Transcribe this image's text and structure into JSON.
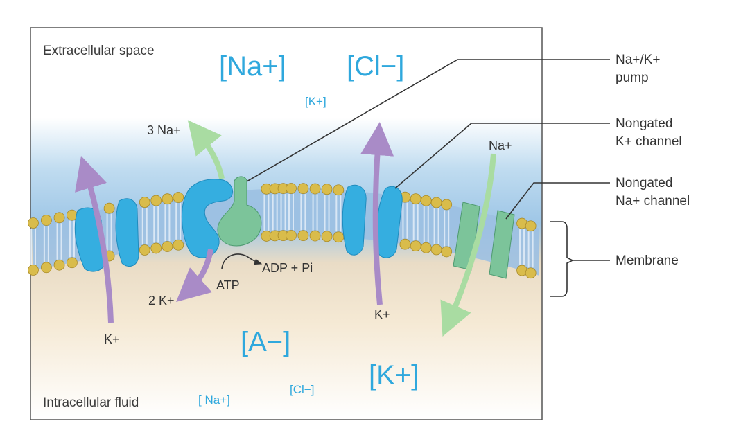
{
  "regions": {
    "extracellular": "Extracellular space",
    "intracellular": "Intracellular fluid"
  },
  "ions_outside": {
    "na": "[Na+]",
    "cl": "[Cl−]",
    "k": "[K+]"
  },
  "ions_inside": {
    "a": "[A−]",
    "k": "[K+]",
    "cl": "[Cl−]",
    "na": "[ Na+]"
  },
  "flows": {
    "pump_out": "3 Na+",
    "pump_in": "2 K+",
    "atp": "ATP",
    "adp": "ADP + Pi",
    "k_left": "K+",
    "k_right": "K+",
    "na_channel": "Na+"
  },
  "callouts": {
    "pump_line1": "Na+/K+",
    "pump_line2": "pump",
    "kchan_line1": "Nongated",
    "kchan_line2": "K+ channel",
    "nachan_line1": "Nongated",
    "nachan_line2": "Na+ channel",
    "membrane": "Membrane"
  },
  "colors": {
    "ion_text": "#2fa8dd",
    "protein_blue": "#35aee0",
    "protein_green": "#7cc49a",
    "arrow_purple": "#a98bc7",
    "arrow_green": "#a9dca2",
    "lipid_head": "#d9bc4b",
    "extracellular_tint": "#b3d4ec",
    "intracellular_tint": "#f4e6ce"
  }
}
